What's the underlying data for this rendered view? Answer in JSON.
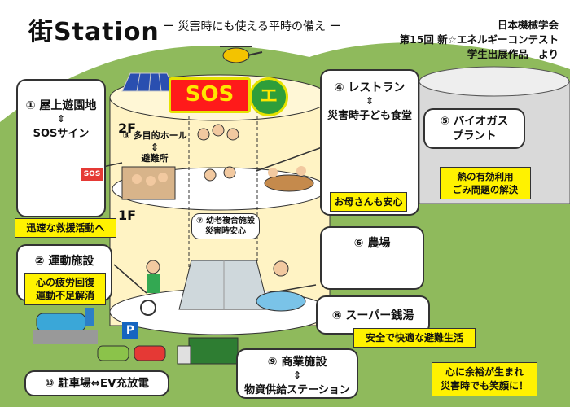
{
  "header": {
    "title": "街Station",
    "subtitle": "ー 災害時にも使える平時の備え ー",
    "credit": [
      "日本機械学会",
      "第15回 新☆エネルギーコンテスト",
      "学生出展作品　より"
    ]
  },
  "tower": {
    "sos_label": "SOS",
    "heliport_label": "エ",
    "floor_2f": "2F",
    "floor_1f": "1F",
    "hall": {
      "title": "③ 多目的ホール",
      "arrow": "⇕",
      "sub": "避難所"
    },
    "daycare": {
      "title": "⑦ 幼老複合施設",
      "sub": "災害時安心"
    }
  },
  "boxes": {
    "rooftop": {
      "title": "① 屋上遊園地",
      "arrow": "⇕",
      "sub": "SOSサイン",
      "note": "迅速な救援活動へ",
      "toy_label": "SOS"
    },
    "sports": {
      "title": "② 運動施設",
      "note": "心の疲労回復\n運動不足解消"
    },
    "restaurant": {
      "title": "④ レストラン",
      "arrow": "⇕",
      "sub": "災害時子ども食堂",
      "note": "お母さんも安心"
    },
    "biogas": {
      "title": "⑤ バイオガス\nプラント",
      "note": "熱の有効利用\nごみ問題の解決"
    },
    "farm": {
      "title": "⑥ 農場"
    },
    "bath": {
      "title": "⑧ スーパー銭湯",
      "note": "安全で快適な避難生活"
    },
    "commerce": {
      "title": "⑨ 商業施設",
      "arrow": "⇕",
      "sub": "物資供給ステーション"
    },
    "parking": {
      "title": "⑩ 駐車場⇔EV充放電"
    }
  },
  "footer_note": "心に余裕が生まれ\n災害時でも笑顔に！",
  "parking_sign": "P",
  "colors": {
    "sos": "#ff1a1a",
    "note": "#fff200",
    "hill": "#8fba5c",
    "tower": "#fff3c4",
    "plant": "#d9d9d9"
  }
}
